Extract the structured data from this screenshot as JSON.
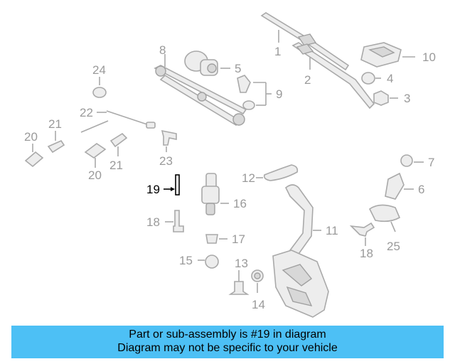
{
  "labels": {
    "l1": "1",
    "l2": "2",
    "l3": "3",
    "l4": "4",
    "l5": "5",
    "l6": "6",
    "l7": "7",
    "l8": "8",
    "l9": "9",
    "l10": "10",
    "l11": "11",
    "l12": "12",
    "l13": "13",
    "l14": "14",
    "l15": "15",
    "l16": "16",
    "l17": "17",
    "l18a": "18",
    "l18b": "18",
    "l19": "19",
    "l20a": "20",
    "l20b": "20",
    "l21a": "21",
    "l21b": "21",
    "l22": "22",
    "l23": "23",
    "l24": "24",
    "l25": "25"
  },
  "highlight": {
    "part": "19",
    "color": "#000000"
  },
  "banner": {
    "line1": "Part or sub-assembly is #19 in diagram",
    "line2": "Diagram may not be specific to your vehicle",
    "color": "#4dc0f5"
  }
}
